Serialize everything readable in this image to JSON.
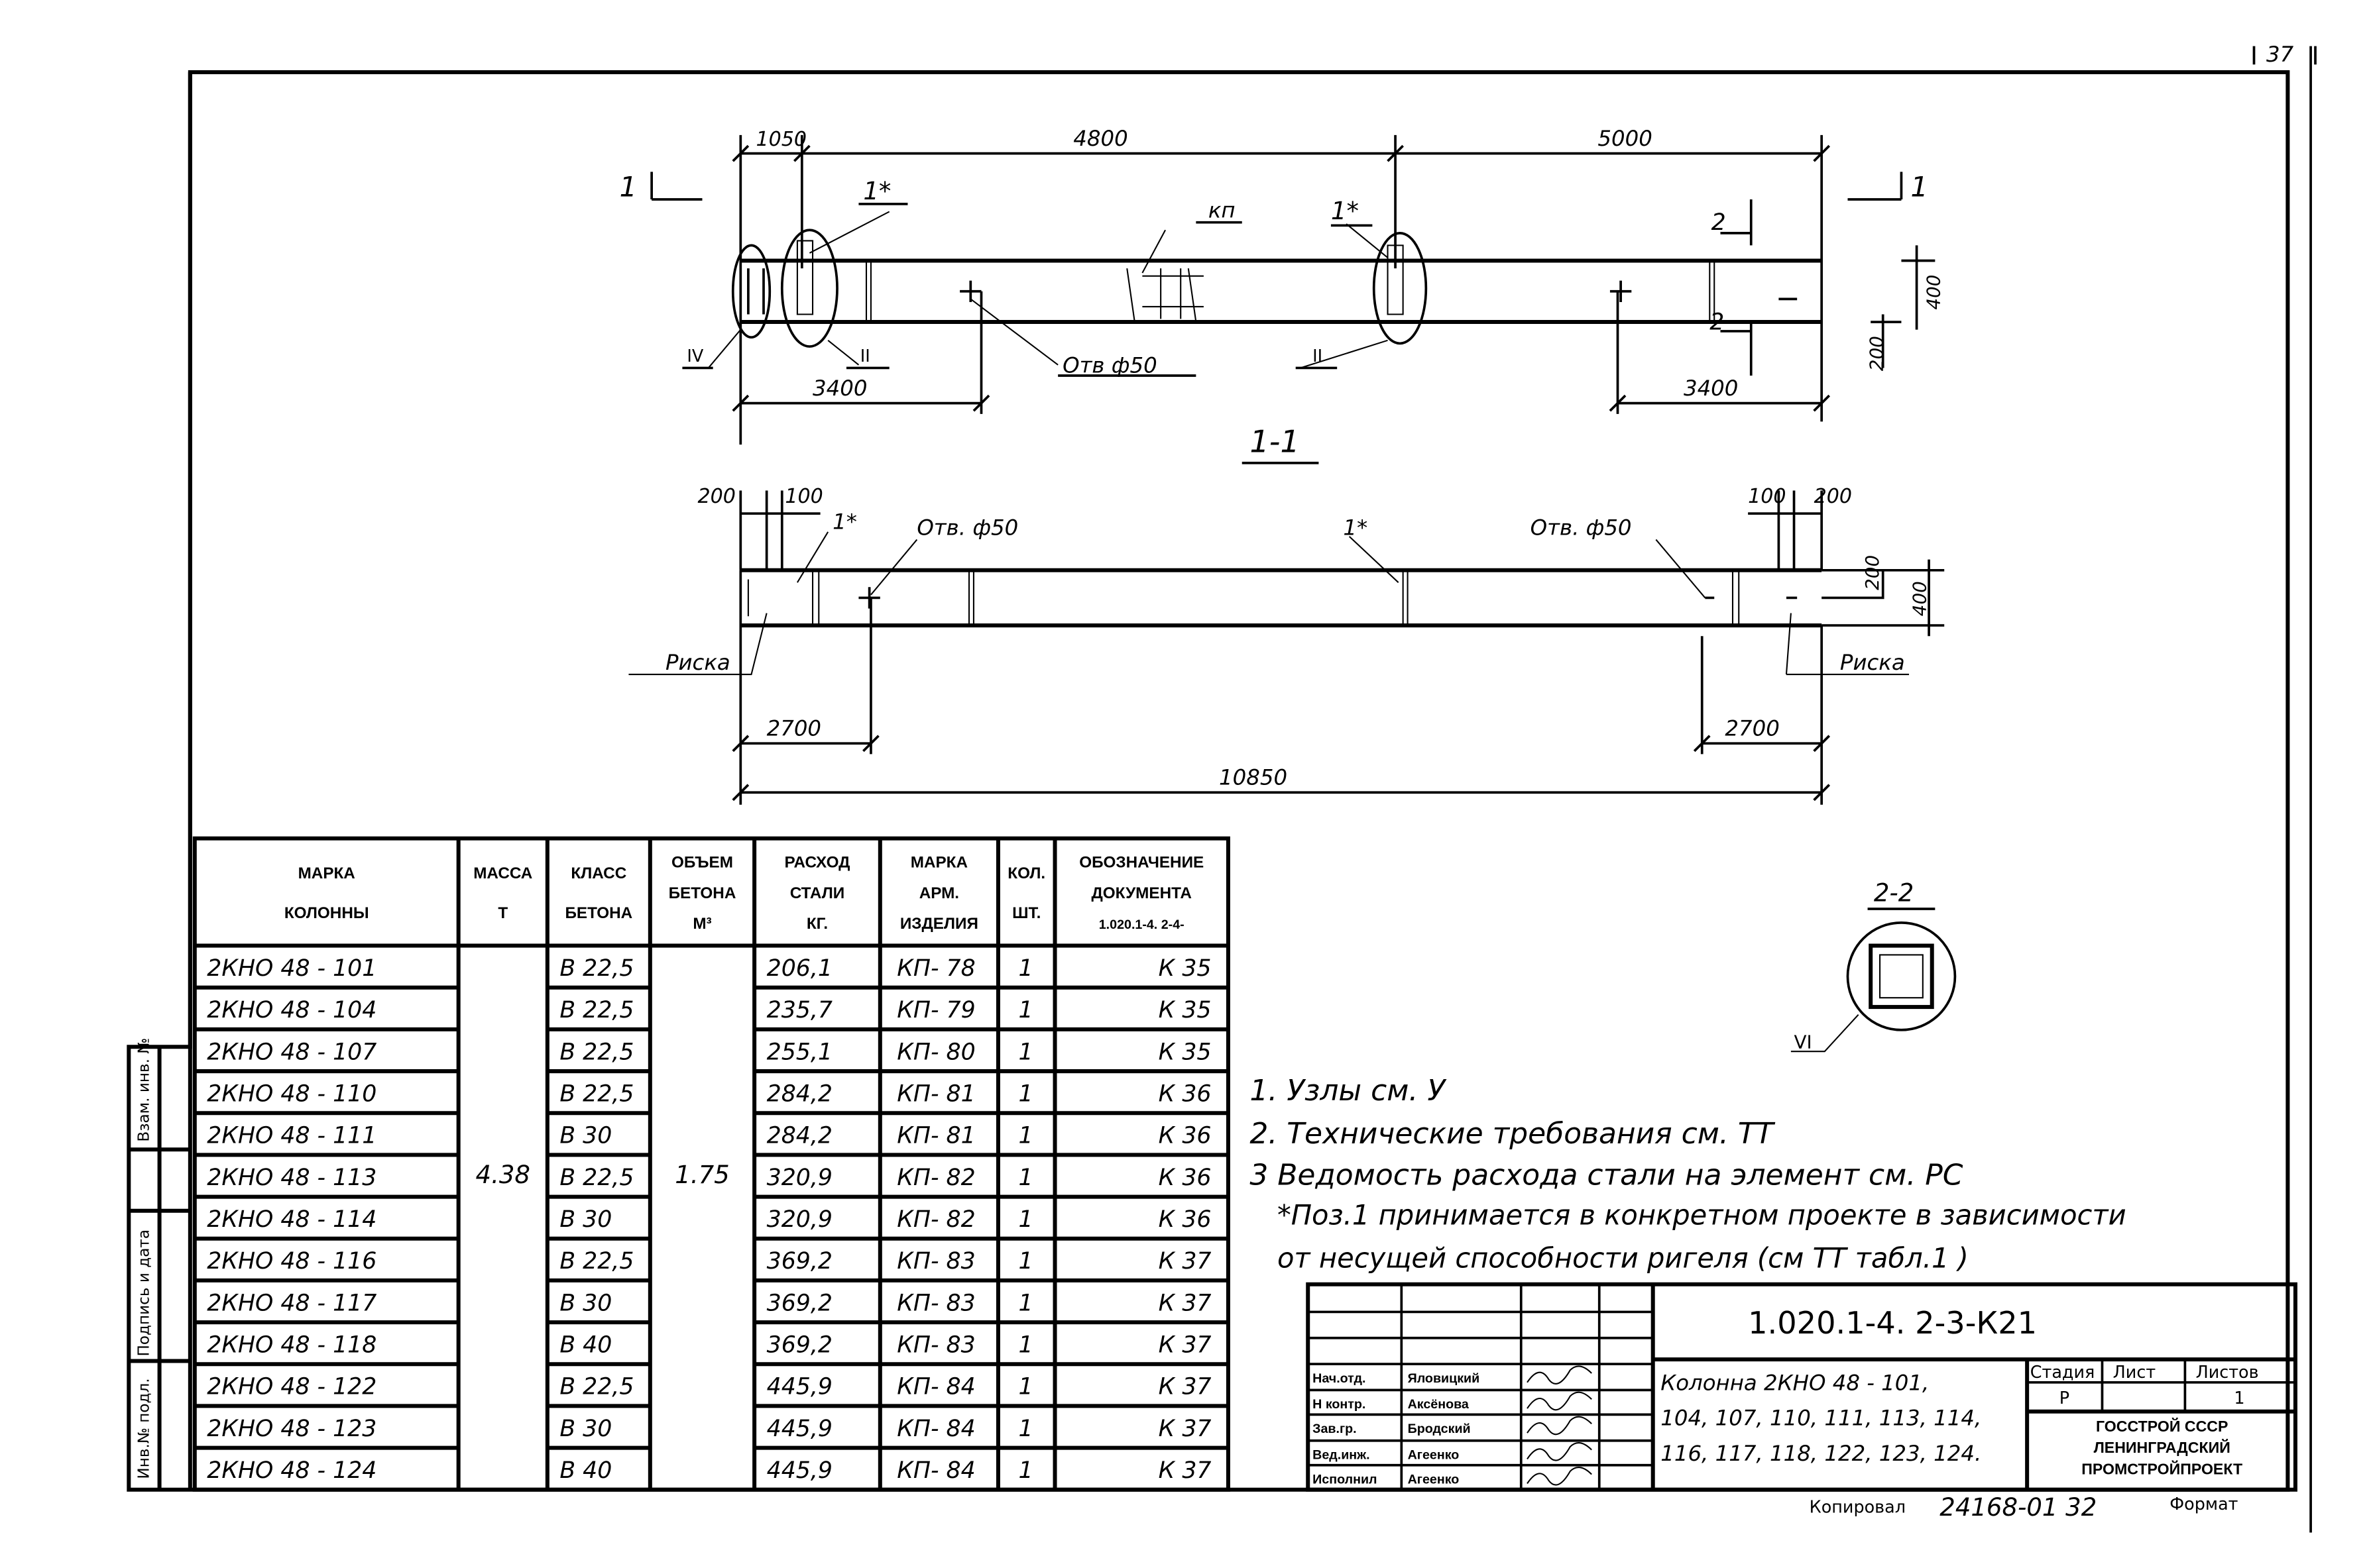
{
  "sheet_number": "37",
  "elevation": {
    "section_mark": "1",
    "dims_top": [
      "1050",
      "4800",
      "5000"
    ],
    "dims_bottom": [
      "3400",
      "3400"
    ],
    "dim_height": "400",
    "dim_offset": "200",
    "callout_1a": "1*",
    "callout_1b": "1*",
    "callout_kp": "кп",
    "callout_hole": "Отв ф50",
    "node_iv": "IV",
    "node_ii_a": "II",
    "node_ii_b": "II",
    "section_2": "2"
  },
  "section_1_1": {
    "title": "1-1",
    "dims_left": [
      "200",
      "100"
    ],
    "dims_right": [
      "100",
      "200"
    ],
    "callout_1a": "1*",
    "callout_1b": "1*",
    "hole_left": "Отв. ф50",
    "hole_right": "Отв. ф50",
    "mark_left": "Риска",
    "mark_right": "Риска",
    "dim_2700_left": "2700",
    "dim_2700_right": "2700",
    "dim_total": "10850",
    "dim_200": "200",
    "dim_400": "400"
  },
  "section_2_2": {
    "title": "2-2",
    "node": "VI"
  },
  "table": {
    "headers": [
      [
        "МАРКА",
        "КОЛОННЫ"
      ],
      [
        "МАССА",
        "Т"
      ],
      [
        "КЛАСС",
        "БЕТОНА"
      ],
      [
        "ОБЪЕМ",
        "БЕТОНА",
        "М³"
      ],
      [
        "РАСХОД",
        "СТАЛИ",
        "КГ."
      ],
      [
        "МАРКА",
        "АРМ.",
        "ИЗДЕЛИЯ"
      ],
      [
        "КОЛ.",
        "ШТ."
      ],
      [
        "ОБОЗНАЧЕНИЕ",
        "ДОКУМЕНТА",
        "1.020.1-4. 2-4-"
      ]
    ],
    "mass": "4.38",
    "volume": "1.75",
    "rows": [
      {
        "mark": "2КНО 48 - 101",
        "concrete": "В 22,5",
        "steel": "206,1",
        "arm": "КП- 78",
        "qty": "1",
        "doc": "К 35"
      },
      {
        "mark": "2КНО 48 - 104",
        "concrete": "В 22,5",
        "steel": "235,7",
        "arm": "КП- 79",
        "qty": "1",
        "doc": "К 35"
      },
      {
        "mark": "2КНО 48 - 107",
        "concrete": "В 22,5",
        "steel": "255,1",
        "arm": "КП- 80",
        "qty": "1",
        "doc": "К 35"
      },
      {
        "mark": "2КНО 48 - 110",
        "concrete": "В 22,5",
        "steel": "284,2",
        "arm": "КП- 81",
        "qty": "1",
        "doc": "К 36"
      },
      {
        "mark": "2КНО 48 - 111",
        "concrete": "В 30",
        "steel": "284,2",
        "arm": "КП- 81",
        "qty": "1",
        "doc": "К 36"
      },
      {
        "mark": "2КНО 48 - 113",
        "concrete": "В 22,5",
        "steel": "320,9",
        "arm": "КП- 82",
        "qty": "1",
        "doc": "К 36"
      },
      {
        "mark": "2КНО 48 - 114",
        "concrete": "В 30",
        "steel": "320,9",
        "arm": "КП- 82",
        "qty": "1",
        "doc": "К 36"
      },
      {
        "mark": "2КНО 48 - 116",
        "concrete": "В 22,5",
        "steel": "369,2",
        "arm": "КП- 83",
        "qty": "1",
        "doc": "К 37"
      },
      {
        "mark": "2КНО 48 - 117",
        "concrete": "В 30",
        "steel": "369,2",
        "arm": "КП- 83",
        "qty": "1",
        "doc": "К 37"
      },
      {
        "mark": "2КНО 48 - 118",
        "concrete": "В 40",
        "steel": "369,2",
        "arm": "КП- 83",
        "qty": "1",
        "doc": "К 37"
      },
      {
        "mark": "2КНО 48 - 122",
        "concrete": "В 22,5",
        "steel": "445,9",
        "arm": "КП- 84",
        "qty": "1",
        "doc": "К 37"
      },
      {
        "mark": "2КНО 48 - 123",
        "concrete": "В 30",
        "steel": "445,9",
        "arm": "КП- 84",
        "qty": "1",
        "doc": "К 37"
      },
      {
        "mark": "2КНО 48 - 124",
        "concrete": "В 40",
        "steel": "445,9",
        "arm": "КП- 84",
        "qty": "1",
        "doc": "К 37"
      }
    ]
  },
  "notes": [
    "1. Узлы см. У",
    "2. Технические требования см. ТТ",
    "3 Ведомость расхода стали на элемент см. РС",
    "*Поз.1 принимается в конкретном проекте в зависимости",
    "от несущей способности ригеля (см ТТ табл.1 )"
  ],
  "title_block": {
    "code": "1.020.1-4.  2-3-К21",
    "roles": [
      {
        "role": "Нач.отд.",
        "name": "Яловицкий"
      },
      {
        "role": "Н контр.",
        "name": "Аксёнова"
      },
      {
        "role": "Зав.гр.",
        "name": "Бродский"
      },
      {
        "role": "Вед.инж.",
        "name": "Агеенко"
      },
      {
        "role": "Исполнил",
        "name": "Агеенко"
      }
    ],
    "description": [
      "Колонна 2КНО 48 - 101,",
      "104, 107, 110, 111, 113, 114,",
      "116, 117, 118,  122, 123, 124."
    ],
    "stage_label": "Стадия",
    "sheet_label": "Лист",
    "sheets_label": "Листов",
    "stage": "Р",
    "sheet": "",
    "sheets": "1",
    "org": [
      "ГОССТРОЙ СССР",
      "ЛЕНИНГРАДСКИЙ",
      "ПРОМСТРОЙПРОЕКТ"
    ]
  },
  "footer": {
    "copied_label": "Копировал",
    "copy_number": "24168-01  32",
    "format_label": "Формат"
  },
  "side_stamp": [
    "Взам. инв. №",
    "Подпись и дата",
    "Инв.№ подл."
  ]
}
